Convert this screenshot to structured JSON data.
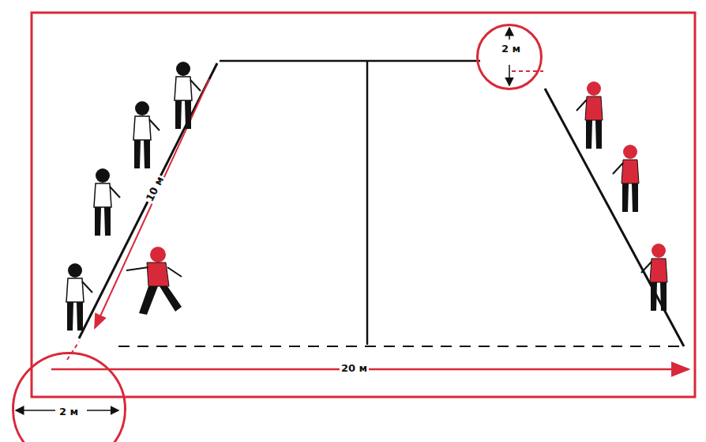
{
  "diagram": {
    "nodes": [
      {
        "text": [
          "2 м"
        ]
      },
      {
        "text": [
          "2 м"
        ]
      }
    ],
    "labels": [
      "10 м",
      "20 м"
    ]
  }
}
